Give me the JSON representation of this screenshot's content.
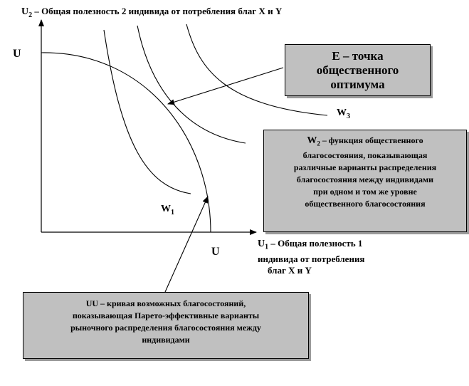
{
  "axes": {
    "y_axis_symbol": "U",
    "y_axis_subscript": "2",
    "y_axis_caption": " – Общая полезность 2 индивида от потребления благ Х и Y",
    "y_axis_end_label": "U",
    "x_axis_symbol": "U",
    "x_axis_subscript": "1",
    "x_axis_caption_line1": " – Общая полезность 1",
    "x_axis_caption_line2": "индивида от потребления",
    "x_axis_caption_line3": "благ Х и Y",
    "x_axis_end_label": "U"
  },
  "curves": {
    "w1_symbol": "W",
    "w1_subscript": "1",
    "w3_symbol": "W",
    "w3_subscript": "3"
  },
  "boxes": {
    "e_point": {
      "line1": "Е – точка",
      "line2": "общественного",
      "line3": "оптимума"
    },
    "w2_function": {
      "line1_symbol": "W",
      "line1_subscript": "2",
      "line1_rest": " – функция общественного",
      "line2": "благосостояния, показывающая",
      "line3": "различные варианты распределения",
      "line4": "благосостояния между индивидами",
      "line5": "при одном и том же уровне",
      "line6": "общественного благосостояния"
    },
    "uu_curve": {
      "line1": "UU – кривая возможных благосостояний,",
      "line2": "показывающая Парето-эффективные варианты",
      "line3": "рыночного распределения благосостояния между",
      "line4": "индивидами"
    }
  }
}
